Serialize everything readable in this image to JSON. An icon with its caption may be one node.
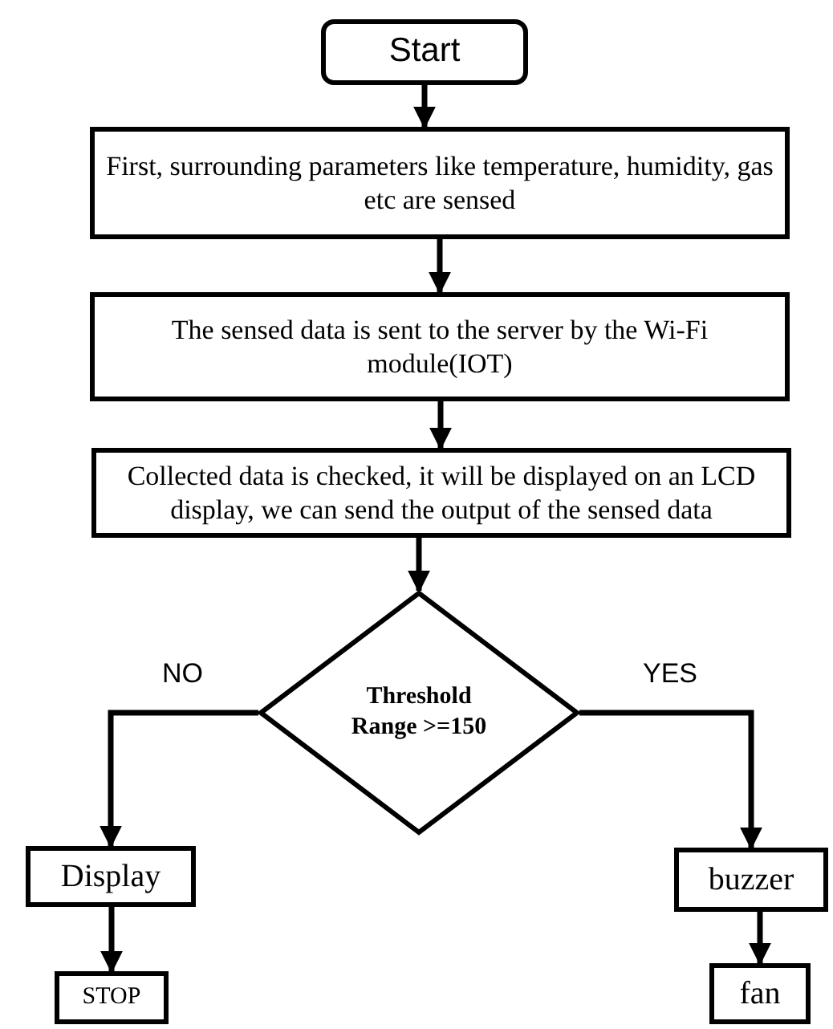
{
  "diagram": {
    "nodes": [
      {
        "text": [
          "Start"
        ]
      },
      {
        "text": [
          "First, surrounding parameters like temperature, humidity, gas etc are sensed"
        ]
      },
      {
        "text": [
          "The sensed data is sent to the server by the Wi-Fi module(IOT)"
        ]
      },
      {
        "text": [
          "Collected data is checked, it will be displayed on an LCD display, we can send the output of the sensed data"
        ]
      },
      {
        "text": [
          "Threshold Range >=150"
        ]
      },
      {
        "text": [
          "Display"
        ]
      },
      {
        "text": [
          "STOP"
        ]
      },
      {
        "text": [
          "buzzer"
        ]
      },
      {
        "text": [
          "fan"
        ]
      }
    ],
    "edges": [
      {
        "from": 0,
        "to": 1,
        "arrow": "to"
      },
      {
        "from": 1,
        "to": 2,
        "arrow": "to"
      },
      {
        "from": 2,
        "to": 3,
        "arrow": "to"
      },
      {
        "from": 3,
        "to": 4,
        "arrow": "to"
      },
      {
        "from": 4,
        "to": 5,
        "arrow": "to",
        "label": "NO"
      },
      {
        "from": 4,
        "to": 7,
        "arrow": "to",
        "label": "YES"
      },
      {
        "from": 5,
        "to": 6,
        "arrow": "to"
      },
      {
        "from": 7,
        "to": 8,
        "arrow": "to"
      }
    ]
  }
}
